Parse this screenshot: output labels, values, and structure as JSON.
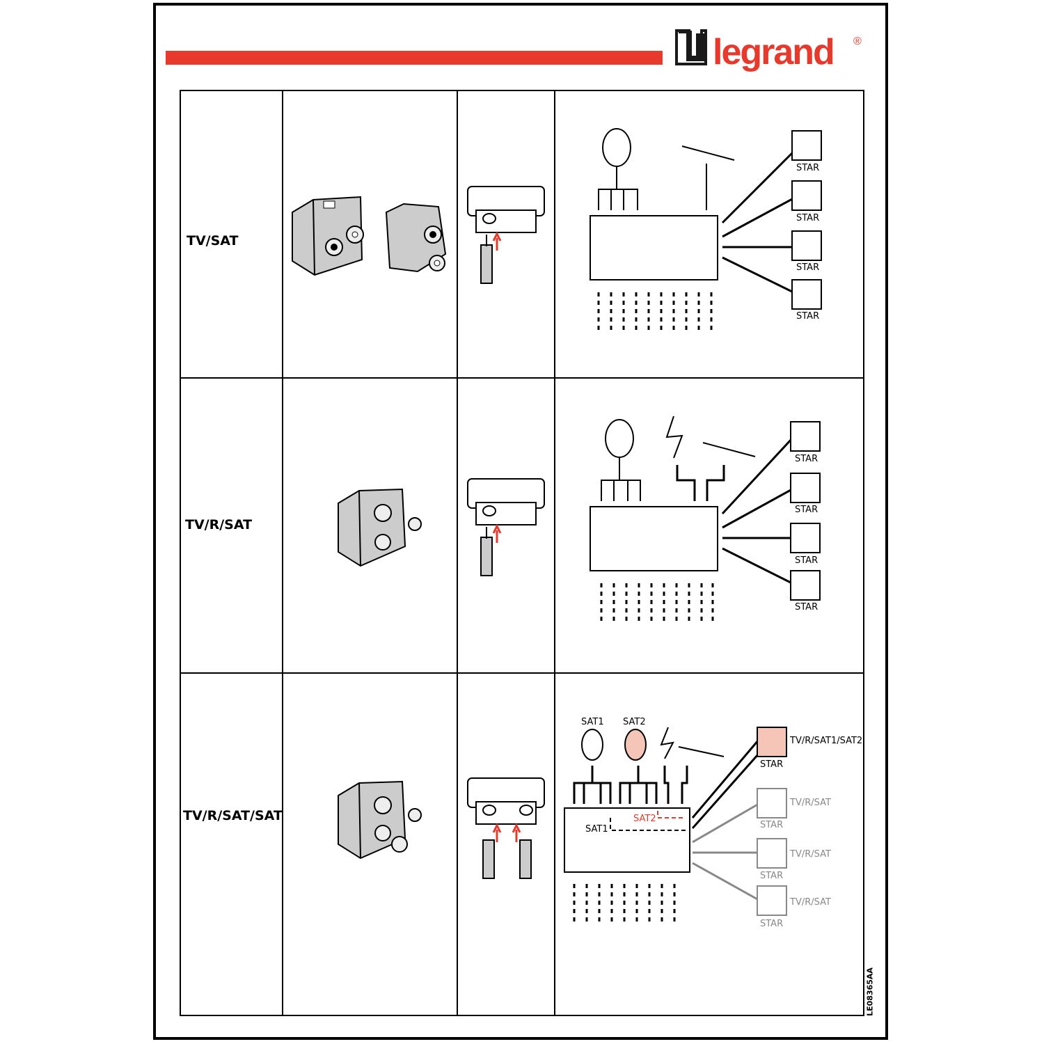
{
  "brand": {
    "name": "legrand",
    "registered": "®",
    "accent": "#e8392d"
  },
  "document_code": "LE08365AA",
  "rows": [
    {
      "label": "TV/SAT",
      "outlets": [
        {
          "caption": "STAR"
        },
        {
          "caption": "STAR"
        },
        {
          "caption": "STAR"
        },
        {
          "caption": "STAR"
        }
      ]
    },
    {
      "label": "TV/R/SAT",
      "outlets": [
        {
          "caption": "STAR"
        },
        {
          "caption": "STAR"
        },
        {
          "caption": "STAR"
        },
        {
          "caption": "STAR"
        }
      ]
    },
    {
      "label": "TV/R/SAT/SAT",
      "dish_labels": [
        "SAT1",
        "SAT2"
      ],
      "bus_labels": {
        "sat1": "SAT1",
        "sat2": "SAT2"
      },
      "outlets": [
        {
          "caption": "STAR",
          "type": "TV/R/SAT1/SAT2",
          "highlight": true
        },
        {
          "caption": "STAR",
          "type": "TV/R/SAT"
        },
        {
          "caption": "STAR",
          "type": "TV/R/SAT"
        },
        {
          "caption": "STAR",
          "type": "TV/R/SAT"
        }
      ]
    }
  ],
  "colors": {
    "red": "#e8392d",
    "highlight_fill": "#f5c6b8",
    "gray": "#888888"
  }
}
